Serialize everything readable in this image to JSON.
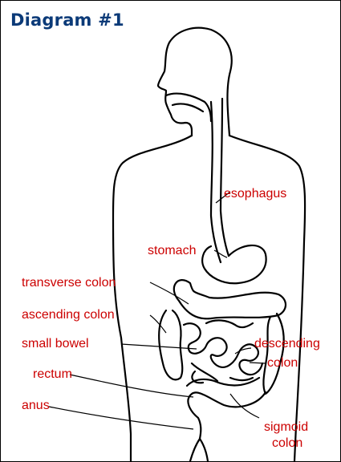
{
  "title": "Diagram #1",
  "colors": {
    "title": "#0b3a78",
    "label": "#cc0000",
    "line": "#000000"
  },
  "labels": {
    "esophagus": "esophagus",
    "stomach": "stomach",
    "transverse_colon": "transverse colon",
    "ascending_colon": "ascending colon",
    "small_bowel": "small bowel",
    "descending_colon_1": "descending",
    "descending_colon_2": "colon",
    "rectum": "rectum",
    "anus": "anus",
    "sigmoid_colon_1": "sigmoid",
    "sigmoid_colon_2": "colon"
  }
}
